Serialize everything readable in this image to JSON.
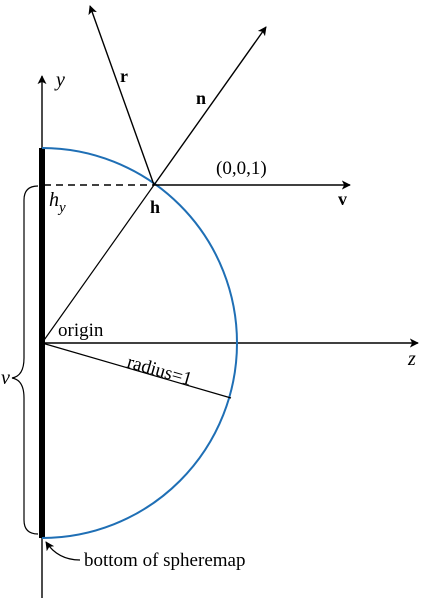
{
  "labels": {
    "y_axis": "y",
    "z_axis": "z",
    "r_vector": "r",
    "n_vector": "n",
    "v_vector": "v",
    "h_point": "h",
    "coord": "(0,0,1)",
    "hy_main": "h",
    "hy_sub": "y",
    "v_brace": "v",
    "origin": "origin",
    "radius": "radius=1",
    "bottom": "bottom of spheremap"
  },
  "colors": {
    "line": "#000000",
    "circle": "#1f6fb5"
  }
}
